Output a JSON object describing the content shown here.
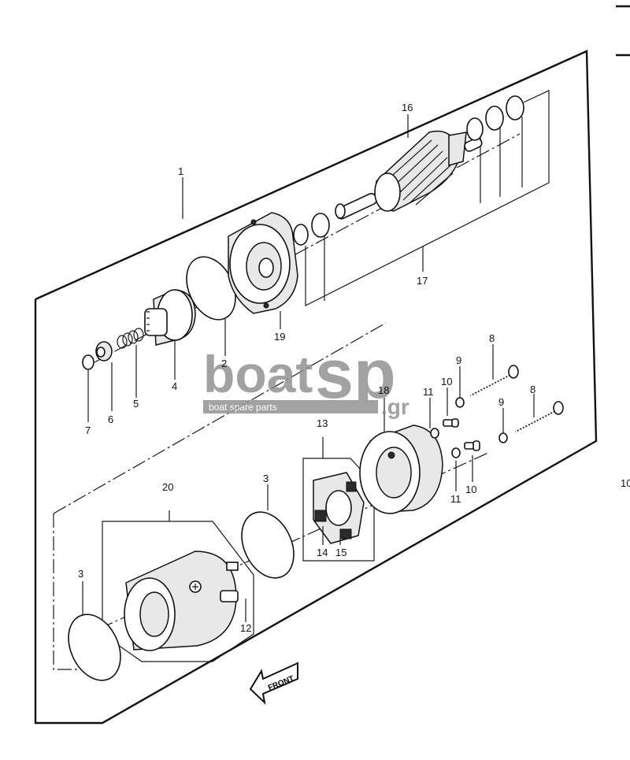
{
  "callouts": {
    "c1": "1",
    "c2": "2",
    "c3a": "3",
    "c3b": "3",
    "c4": "4",
    "c5": "5",
    "c6": "6",
    "c7": "7",
    "c8a": "8",
    "c8b": "8",
    "c9a": "9",
    "c9b": "9",
    "c10a": "10",
    "c10b": "10",
    "c11a": "11",
    "c11b": "11",
    "c12": "12",
    "c13": "13",
    "c14": "14",
    "c15": "15",
    "c16": "16",
    "c17": "17",
    "c18": "18",
    "c19": "19",
    "c20": "20"
  },
  "front_label": "FRONT",
  "page_ref": "10",
  "watermark": {
    "brand_left": "boat",
    "brand_right": "sp",
    "suffix": ".gr",
    "tagline": "boat spare parts"
  },
  "colors": {
    "ink": "#111111",
    "watermark": "#8c8c8c"
  }
}
